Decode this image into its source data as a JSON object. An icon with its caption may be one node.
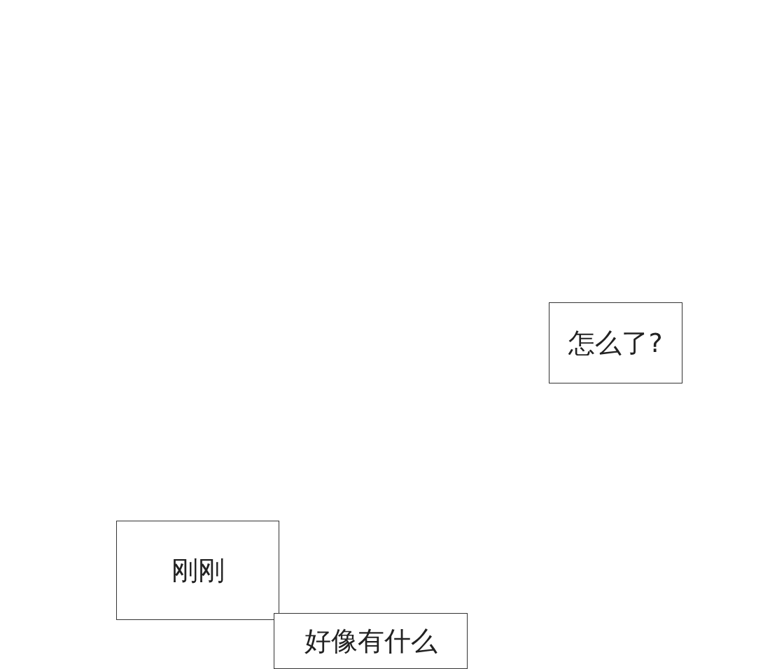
{
  "diagram": {
    "nodes": [
      {
        "text": [
          "怎么了?"
        ]
      },
      {
        "text": [
          "刚刚"
        ]
      },
      {
        "text": [
          "好像有什么"
        ]
      }
    ]
  }
}
